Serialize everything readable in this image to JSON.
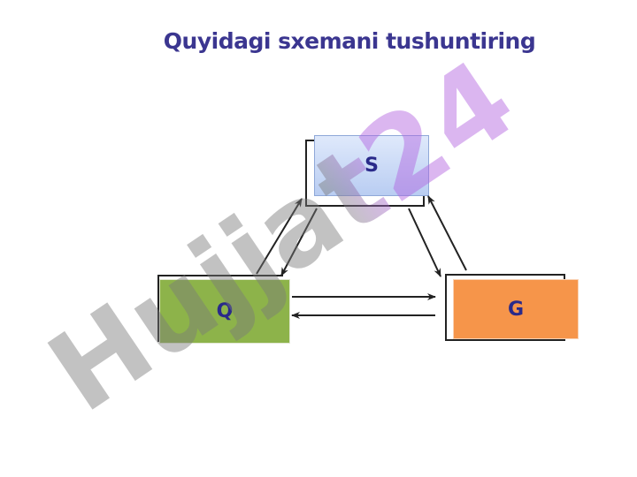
{
  "title": "Quyidagi sxemani tushuntiring",
  "nodes": {
    "s": "S",
    "q": "Q",
    "g": "G"
  },
  "edges": [
    [
      "Q",
      "S"
    ],
    [
      "S",
      "Q"
    ],
    [
      "S",
      "G"
    ],
    [
      "G",
      "S"
    ],
    [
      "Q",
      "G"
    ],
    [
      "G",
      "Q"
    ]
  ],
  "watermark": "Hujjat24",
  "colors": {
    "title": "#3b3690",
    "s": "#c9d9f6",
    "q": "#8db34a",
    "g": "#f6954a"
  }
}
